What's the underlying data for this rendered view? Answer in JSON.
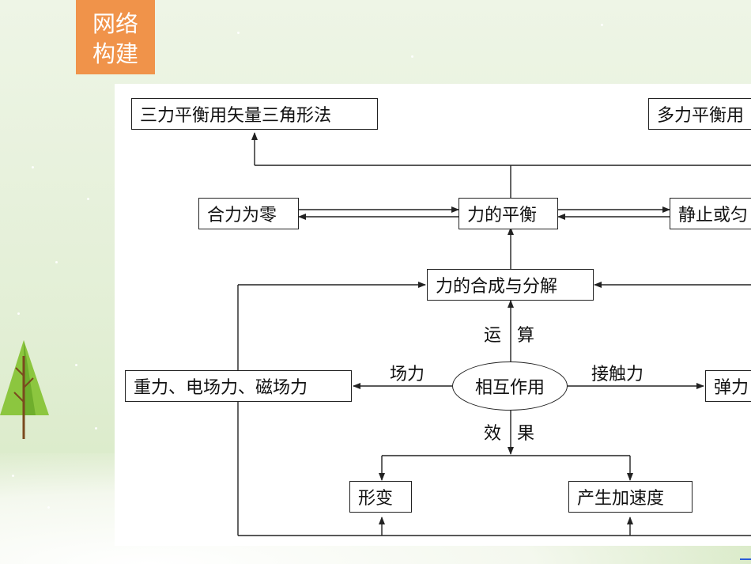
{
  "badge": {
    "line1": "网络",
    "line2": "构建"
  },
  "diagram": {
    "top_left_box": "三力平衡用矢量三角形法",
    "top_right_box": "多力平衡用",
    "net_zero_box": "合力为零",
    "equilibrium_box": "力的平衡",
    "rest_box": "静止或匀",
    "composition_box": "力的合成与分解",
    "interaction_ellipse": "相互作用",
    "field_forces_box": "重力、电场力、磁场力",
    "contact_forces_box": "弹力",
    "deformation_box": "形变",
    "acceleration_box": "产生加速度",
    "label_operation_1": "运",
    "label_operation_2": "算",
    "label_effect_1": "效",
    "label_effect_2": "果",
    "label_field_force": "场力",
    "label_contact_force": "接触力"
  },
  "colors": {
    "badge": "#f0934a",
    "panel": "#ffffff",
    "line": "#222222"
  }
}
